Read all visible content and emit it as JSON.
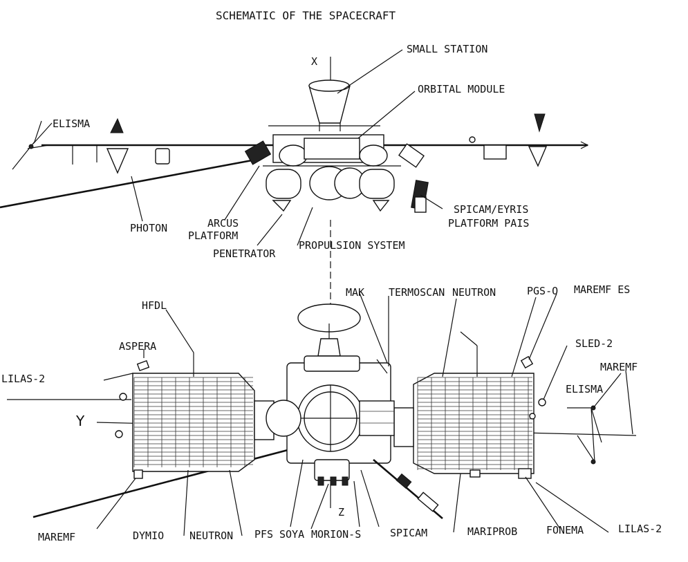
{
  "title": "SCHEMATIC OF THE SPACECRAFT",
  "axes": {
    "x": "X",
    "y": "Y",
    "z": "Z"
  },
  "top_view_labels": {
    "small_station": "SMALL STATION",
    "orbital_module": "ORBITAL MODULE",
    "elisma": "ELISMA",
    "photon": "PHOTON",
    "arcus_1": "ARCUS",
    "arcus_2": "PLATFORM",
    "penetrator": "PENETRATOR",
    "propulsion": "PROPULSION SYSTEM",
    "spicam_1": "SPICAM/EYRIS",
    "spicam_2": "PLATFORM PAIS"
  },
  "bottom_view_labels": {
    "mak": "MAK",
    "termoscan": "TERMOSCAN",
    "neutron_top": "NEUTRON",
    "pgs": "PGS-O",
    "maremf_es": "MAREMF ES",
    "hfdl": "HFDL",
    "aspera": "ASPERA",
    "sled": "SLED-2",
    "lilas_left": "LILAS-2",
    "maremf_right": "MAREMF",
    "elisma": "ELISMA",
    "maremf_left": "MAREMF",
    "dymio": "DYMIO",
    "neutron_bottom": "NEUTRON",
    "pfs": "PFS",
    "soya": "SOYA",
    "morion": "MORION-S",
    "spicam": "SPICAM",
    "mariprob": "MARIPROB",
    "fonema": "FONEMA",
    "lilas_right": "LILAS-2"
  }
}
